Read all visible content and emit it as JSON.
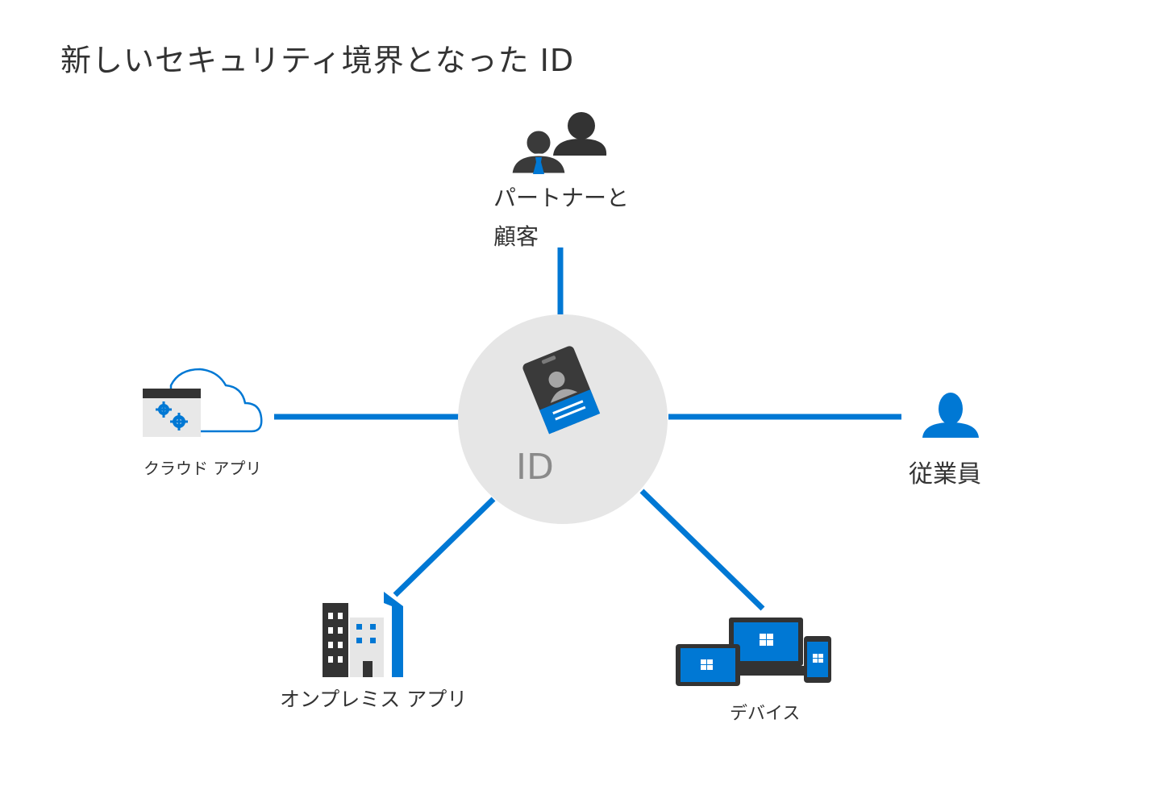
{
  "title": "新しいセキュリティ境界となった ID",
  "center": {
    "label": "ID",
    "icon": "id-badge-icon"
  },
  "nodes": {
    "partners": {
      "label_line1": "パートナーと",
      "label_line2": "顧客",
      "icon": "people-icon"
    },
    "cloud_apps": {
      "label": "クラウド アプリ",
      "icon": "cloud-app-icon"
    },
    "employees": {
      "label": "従業員",
      "icon": "person-icon"
    },
    "onprem_apps": {
      "label": "オンプレミス アプリ",
      "icon": "buildings-icon"
    },
    "devices": {
      "label": "デバイス",
      "icon": "devices-icon"
    }
  },
  "colors": {
    "accent": "#0078d4",
    "circle": "#e6e6e6",
    "dark": "#333333",
    "label_grey": "#8a8a8a"
  }
}
